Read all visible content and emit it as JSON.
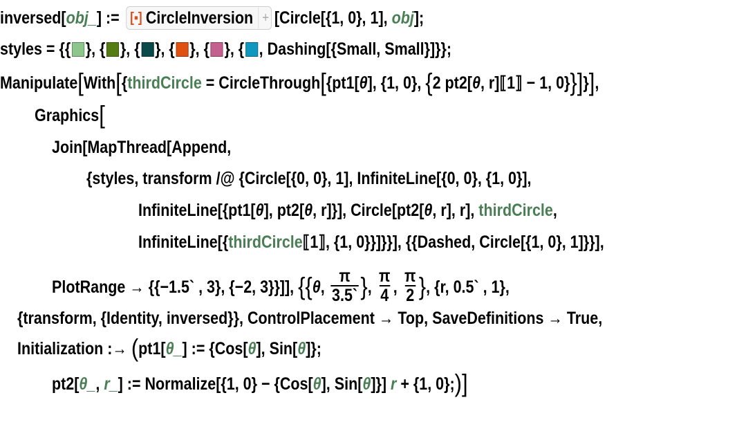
{
  "lines": [
    {
      "segs": [
        {
          "t": "inversed["
        },
        {
          "t": "obj_",
          "s": "gi"
        },
        {
          "t": "] := "
        },
        {
          "type": "button",
          "t": "CircleInversion",
          "icon": "resource-function-icon",
          "plus": "+"
        },
        {
          "t": "[Circle[{1, 0}, 1], "
        },
        {
          "t": "obj",
          "s": "gi"
        },
        {
          "t": "];"
        }
      ]
    },
    {
      "segs": [
        {
          "t": "styles = {{"
        },
        {
          "type": "swatch",
          "color": "#8CC68A"
        },
        {
          "t": "}, {"
        },
        {
          "type": "swatch",
          "color": "#567C14"
        },
        {
          "t": "}, {"
        },
        {
          "type": "swatch",
          "color": "#0B4A4A"
        },
        {
          "t": "}, {"
        },
        {
          "type": "swatch",
          "color": "#E0500F"
        },
        {
          "t": "}, {"
        },
        {
          "type": "swatch",
          "color": "#C46090"
        },
        {
          "t": "}, {"
        },
        {
          "type": "swatch",
          "color": "#0E98C0"
        },
        {
          "t": ", Dashing[{Small, Small}]}};"
        }
      ]
    },
    {
      "segs": [
        {
          "t": "Manipulate"
        },
        {
          "t": "[",
          "s": "big"
        },
        {
          "t": "With"
        },
        {
          "t": "[",
          "s": "big"
        },
        {
          "t": "{"
        },
        {
          "t": "thirdCircle",
          "s": "g"
        },
        {
          "t": " = CircleThrough"
        },
        {
          "t": "[",
          "s": "big"
        },
        {
          "t": "{pt1["
        },
        {
          "t": "θ",
          "s": "i"
        },
        {
          "t": "], {1, 0}, "
        },
        {
          "t": "{",
          "s": "big"
        },
        {
          "t": "2 pt2["
        },
        {
          "t": "θ",
          "s": "i"
        },
        {
          "t": ", r]⟦1⟧ − 1, 0}"
        },
        {
          "t": "}",
          "s": "big"
        },
        {
          "t": "]",
          "s": "big"
        },
        {
          "t": "}"
        },
        {
          "t": "]",
          "s": "big"
        },
        {
          "t": ","
        }
      ]
    },
    {
      "segs": [
        {
          "t": "Graphics"
        },
        {
          "t": "[",
          "s": "big"
        }
      ]
    },
    {
      "segs": [
        {
          "t": "Join[MapThread[Append,"
        }
      ]
    },
    {
      "segs": [
        {
          "t": "{styles, transform /@ {Circle[{0, 0}, 1], InfiniteLine[{0, 0}, {1, 0}],"
        }
      ]
    },
    {
      "segs": [
        {
          "t": "InfiniteLine[{pt1["
        },
        {
          "t": "θ",
          "s": "i"
        },
        {
          "t": "], pt2["
        },
        {
          "t": "θ",
          "s": "i"
        },
        {
          "t": ", r]}], Circle[pt2["
        },
        {
          "t": "θ",
          "s": "i"
        },
        {
          "t": ", r], r], "
        },
        {
          "t": "thirdCircle",
          "s": "g"
        },
        {
          "t": ","
        }
      ]
    },
    {
      "segs": [
        {
          "t": "InfiniteLine[{"
        },
        {
          "t": "thirdCircle",
          "s": "g"
        },
        {
          "t": "⟦1⟧, {1, 0}}]}}], {{Dashed, Circle[{1, 0}, 1]}}],"
        }
      ]
    },
    {
      "segs": [
        {
          "t": "PlotRange → {{−1.5` , 3}, {−2, 3}}]], "
        },
        {
          "t": "{",
          "s": "big"
        },
        {
          "t": "{",
          "s": "big"
        },
        {
          "t": "θ",
          "s": "i"
        },
        {
          "t": ", "
        },
        {
          "type": "frac",
          "num": "π",
          "den": "3.5`"
        },
        {
          "t": "}",
          "s": "big"
        },
        {
          "t": ", "
        },
        {
          "type": "frac",
          "num": "π",
          "den": "4"
        },
        {
          "t": ", "
        },
        {
          "type": "frac",
          "num": "π",
          "den": "2"
        },
        {
          "t": "}",
          "s": "big"
        },
        {
          "t": ", {r, 0.5` , 1},"
        }
      ]
    },
    {
      "segs": [
        {
          "t": "{transform, {Identity, inversed}}, ControlPlacement → Top, SaveDefinitions → True,"
        }
      ]
    },
    {
      "segs": [
        {
          "t": "Initialization :→ "
        },
        {
          "t": "(",
          "s": "big"
        },
        {
          "t": "pt1["
        },
        {
          "t": "θ_",
          "s": "gi"
        },
        {
          "t": "] := {Cos["
        },
        {
          "t": "θ",
          "s": "gi"
        },
        {
          "t": "], Sin["
        },
        {
          "t": "θ",
          "s": "gi"
        },
        {
          "t": "]};"
        }
      ]
    },
    {
      "segs": [
        {
          "t": "pt2["
        },
        {
          "t": "θ_",
          "s": "gi"
        },
        {
          "t": ", "
        },
        {
          "t": "r_",
          "s": "gi"
        },
        {
          "t": "] := Normalize[{1, 0} − {Cos["
        },
        {
          "t": "θ",
          "s": "gi"
        },
        {
          "t": "], Sin["
        },
        {
          "t": "θ",
          "s": "gi"
        },
        {
          "t": "]}] "
        },
        {
          "t": "r",
          "s": "gi"
        },
        {
          "t": " + {1, 0};"
        },
        {
          "t": ")",
          "s": "big"
        },
        {
          "t": "]",
          "s": "big"
        }
      ]
    }
  ]
}
